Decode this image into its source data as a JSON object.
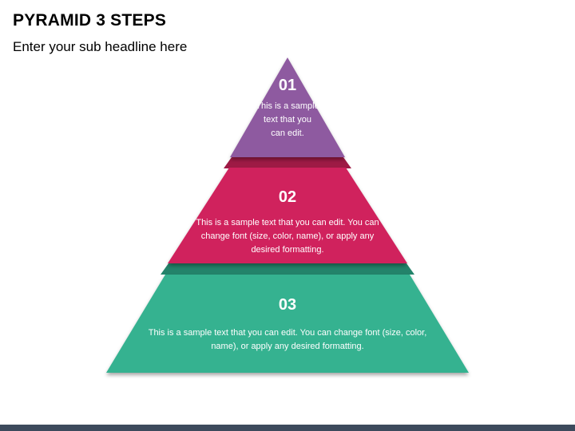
{
  "slide": {
    "title": "PYRAMID 3 STEPS",
    "subtitle": "Enter your sub headline here"
  },
  "steps": [
    {
      "number": "01",
      "text": "This is a sample text that you can edit.",
      "color": "#8E5AA0",
      "shade_color": "#6E3E80"
    },
    {
      "number": "02",
      "text": "This is a sample text that you can edit. You can change font (size, color, name), or apply any desired formatting.",
      "color": "#D0245D",
      "shade_color": "#9E1A45"
    },
    {
      "number": "03",
      "text": "This is a sample text that you can edit. You can change font (size, color, name), or apply any desired formatting.",
      "color": "#34B290",
      "shade_color": "#23836A"
    }
  ],
  "footer": {
    "bar_color": "#3D4A5C"
  }
}
